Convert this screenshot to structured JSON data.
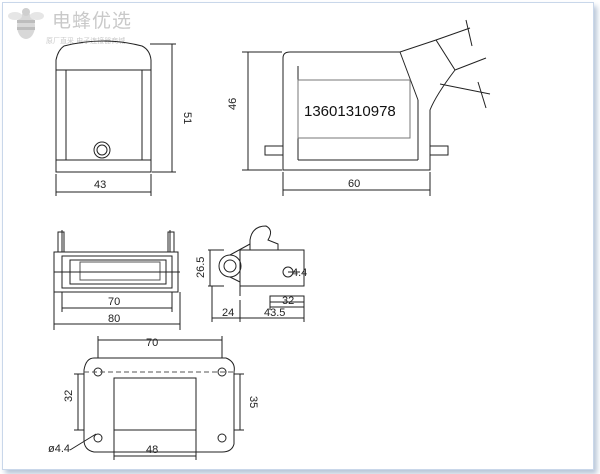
{
  "logo": {
    "brand": "电蜂优选",
    "slogan": "原厂直采 电子连接器商城"
  },
  "diagram": {
    "phone": "13601310978",
    "dims": {
      "front_width": "43",
      "front_height": "51",
      "side_height": "46",
      "side_length": "60",
      "top_inner": "70",
      "top_outer": "80",
      "lever_height": "26.5",
      "lever_hole": "4.4",
      "lever_base": "32",
      "lever_offset": "24",
      "lever_total": "43.5",
      "plate_width": "70",
      "plate_height_left": "32",
      "plate_height_right": "35",
      "plate_hole_spacing": "48",
      "plate_hole_dia": "ø4.4"
    }
  }
}
